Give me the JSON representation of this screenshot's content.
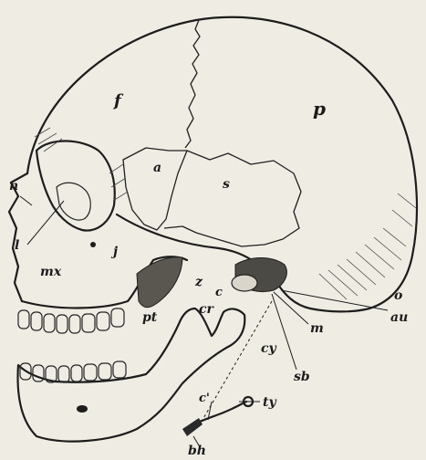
{
  "labels": {
    "frontal": "f",
    "parietal": "p",
    "alisphenoid": "a",
    "squamosal": "s",
    "nasal": "n",
    "lacrimal": "l",
    "maxilla": "mx",
    "jugal": "j",
    "zygoma": "z",
    "condyle": "c",
    "occipital": "o",
    "auditory": "au",
    "mastoid": "m",
    "styloid": "sb",
    "pterygoid": "pt",
    "coronoid": "cr",
    "condyloid": "cy",
    "ceratohyal": "c'",
    "thyrohyal": "ty",
    "basihyal": "bh"
  }
}
